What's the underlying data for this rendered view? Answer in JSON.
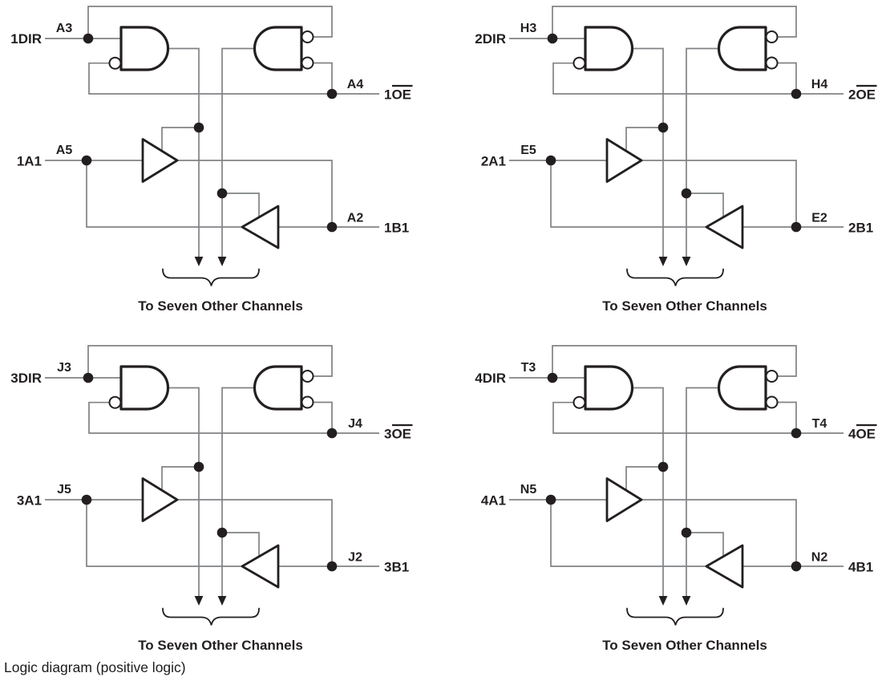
{
  "caption": "Logic diagram (positive logic)",
  "colors": {
    "wire": "#808285",
    "ink": "#231f20",
    "background": "#ffffff"
  },
  "quadrants": [
    {
      "dir_label": "1DIR",
      "dir_pin": "A3",
      "oe_label": "1OE",
      "oe_pin": "A4",
      "a_label": "1A1",
      "a_pin": "A5",
      "b_label": "1B1",
      "b_pin": "A2",
      "note": "To Seven Other Channels"
    },
    {
      "dir_label": "2DIR",
      "dir_pin": "H3",
      "oe_label": "2OE",
      "oe_pin": "H4",
      "a_label": "2A1",
      "a_pin": "E5",
      "b_label": "2B1",
      "b_pin": "E2",
      "note": "To Seven Other Channels"
    },
    {
      "dir_label": "3DIR",
      "dir_pin": "J3",
      "oe_label": "3OE",
      "oe_pin": "J4",
      "a_label": "3A1",
      "a_pin": "J5",
      "b_label": "3B1",
      "b_pin": "J2",
      "note": "To Seven Other Channels"
    },
    {
      "dir_label": "4DIR",
      "dir_pin": "T3",
      "oe_label": "4OE",
      "oe_pin": "T4",
      "a_label": "4A1",
      "a_pin": "N5",
      "b_label": "4B1",
      "b_pin": "N2",
      "note": "To Seven Other Channels"
    }
  ]
}
